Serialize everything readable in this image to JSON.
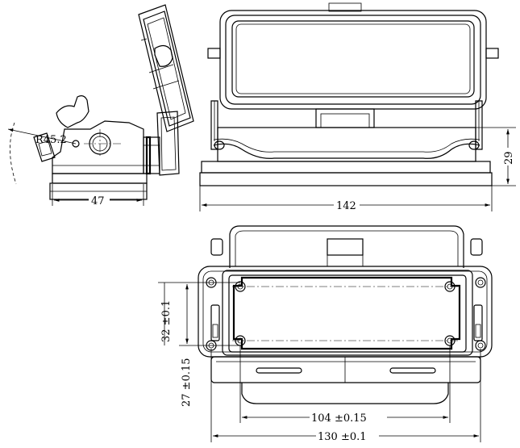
{
  "dimensions": {
    "side_width": "47",
    "radius": "R45.2",
    "front_width": "142",
    "front_height": "29",
    "pitch_vertical": "32 ±0.1",
    "bottom_offset": "27 ±0.15",
    "pitch_horizontal": "104 ±0.15",
    "overall_width": "130 ±0.1"
  },
  "colors": {
    "line": "#000000",
    "background": "#ffffff"
  }
}
